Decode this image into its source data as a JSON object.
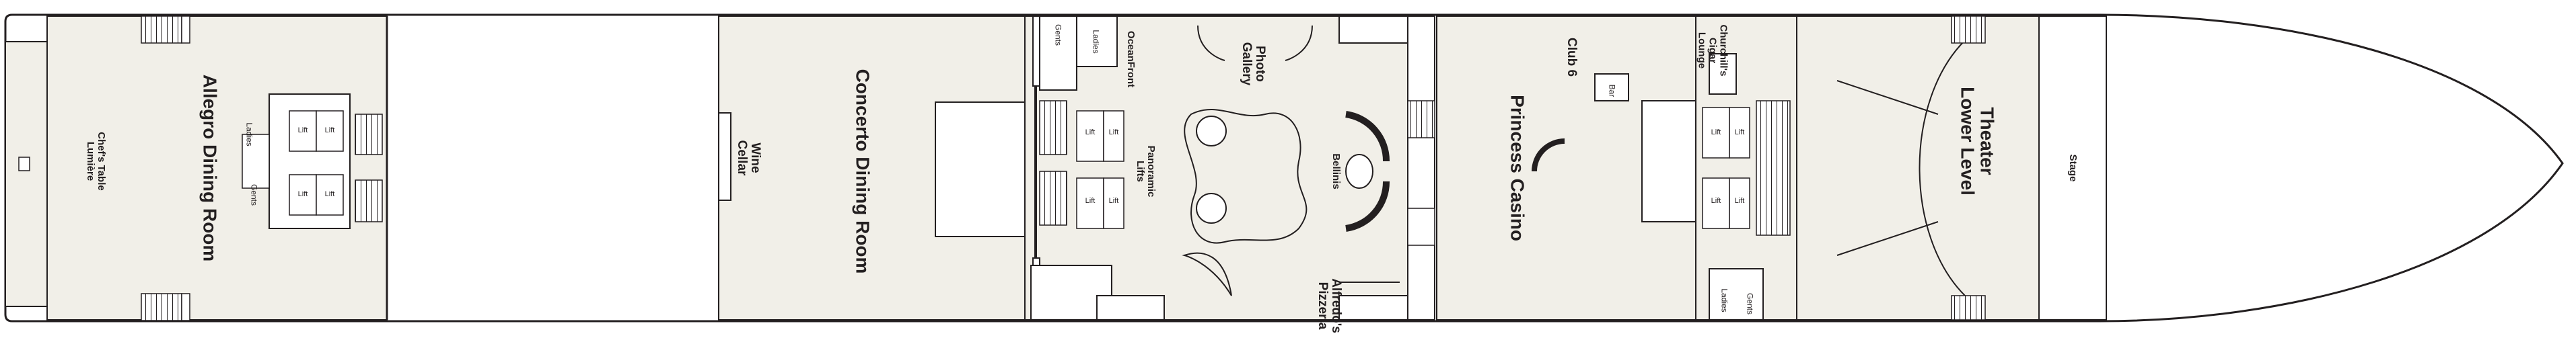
{
  "colors": {
    "room_fill": "#f1efe8",
    "wall": "#231f20",
    "background": "#ffffff"
  },
  "areas": {
    "allegro": "Allegro Dining Room",
    "chefs_table": "Chef's Table\nLumière",
    "concerto": "Concerto Dining Room",
    "wine_cellar": "Wine\nCellar",
    "photo_gallery": "Photo\nGallery",
    "oceanfront": "OceanFront",
    "panoramic_lifts": "Panoramic\nLifts",
    "bellinis": "Bellinis",
    "alfredos": "Alfredo's\nPizzeria",
    "club6": "Club 6",
    "bar": "Bar",
    "casino": "Princess Casino",
    "churchills": "Churchill's\nCigar\nLounge",
    "theater": "Theater\nLower Level",
    "stage": "Stage"
  },
  "restrooms": {
    "ladies": "Ladies",
    "gents": "Gents"
  },
  "lift": "Lift"
}
